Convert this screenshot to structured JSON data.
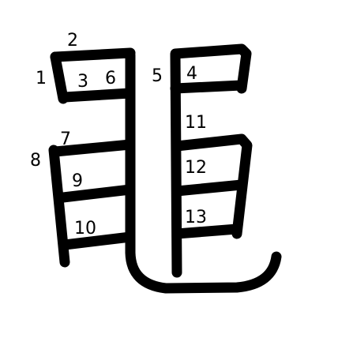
{
  "character": "黽",
  "stroke_color": "#000000",
  "background_color": "#ffffff",
  "stroke_numbers": [
    "1",
    "2",
    "3",
    "4",
    "5",
    "6",
    "7",
    "8",
    "9",
    "10",
    "11",
    "12",
    "13"
  ]
}
